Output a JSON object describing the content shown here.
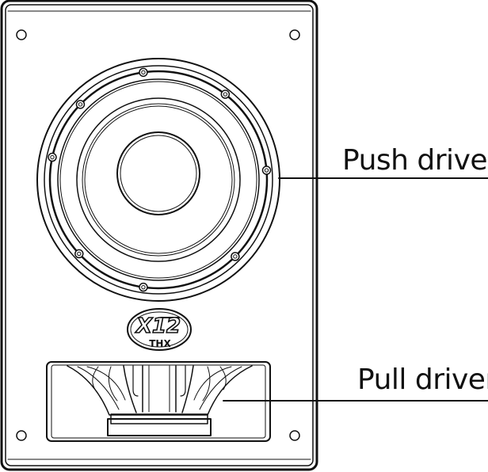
{
  "labels": {
    "push_driver": "Push driver",
    "pull_driver": "Pull driver"
  },
  "badge": {
    "model": "X12",
    "certification": "THX"
  },
  "colors": {
    "ink": "#111111",
    "background": "#ffffff"
  }
}
